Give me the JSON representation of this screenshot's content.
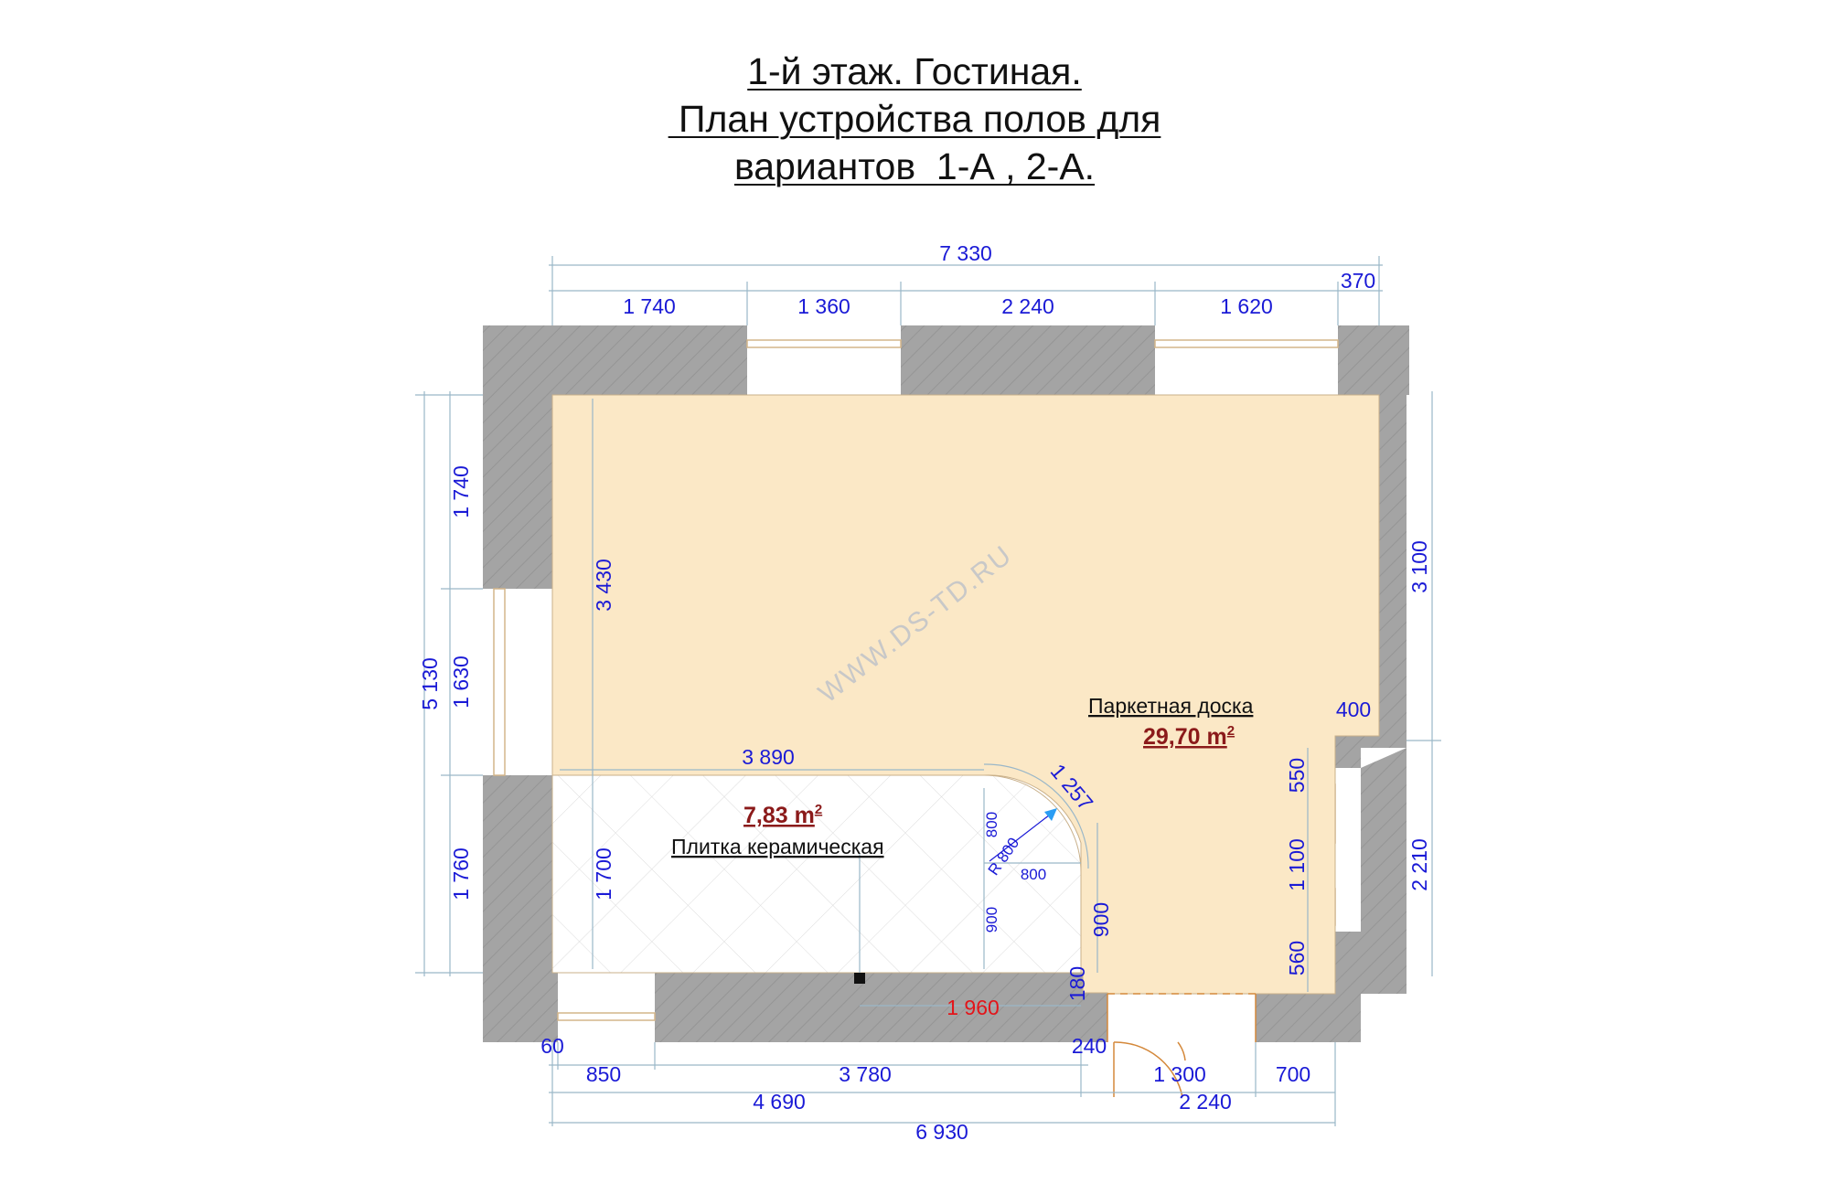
{
  "title": {
    "line1": "1-й этаж. Гостиная.",
    "line2": " План устройства полов для",
    "line3": "вариантов  1-А , 2-А."
  },
  "watermark": "WWW.DS-TD.RU",
  "rooms": {
    "parquet": {
      "label": "Паркетная доска",
      "area": "29,70 m",
      "area_sup": "2"
    },
    "tile": {
      "label": "Плитка керамическая",
      "area": "7,83 m",
      "area_sup": "2"
    }
  },
  "dims": {
    "top_total": "7 330",
    "top_1": "1 740",
    "top_2": "1 360",
    "top_3": "2 240",
    "top_4": "1 620",
    "top_5": "370",
    "left_total": "5 130",
    "left_1": "1 740",
    "left_2": "1 630",
    "left_3": "1 760",
    "inner_3430": "3 430",
    "inner_1700": "1 700",
    "inner_3890": "3 890",
    "arc_1257": "1 257",
    "r_800_v": "800",
    "r_label": "R 800",
    "r_800_h": "800",
    "inner_900_a": "900",
    "inner_900_b": "900",
    "inner_180": "180",
    "red_1960": "1 960",
    "right_3100": "3 100",
    "right_2210": "2 210",
    "right_400": "400",
    "right_550": "550",
    "right_1100": "1 100",
    "right_560": "560",
    "bottom_60": "60",
    "bottom_240": "240",
    "bottom_850": "850",
    "bottom_3780": "3 780",
    "bottom_1300": "1 300",
    "bottom_700": "700",
    "bottom_4690": "4 690",
    "bottom_2240": "2 240",
    "bottom_total": "6 930"
  },
  "colors": {
    "wall": "#a4a4a4",
    "parquet": "#fbe8c6",
    "tile": "#ffffff",
    "dimension": "#1a1ad6",
    "area": "#8b1a1a",
    "red_dim": "#e3151a"
  }
}
